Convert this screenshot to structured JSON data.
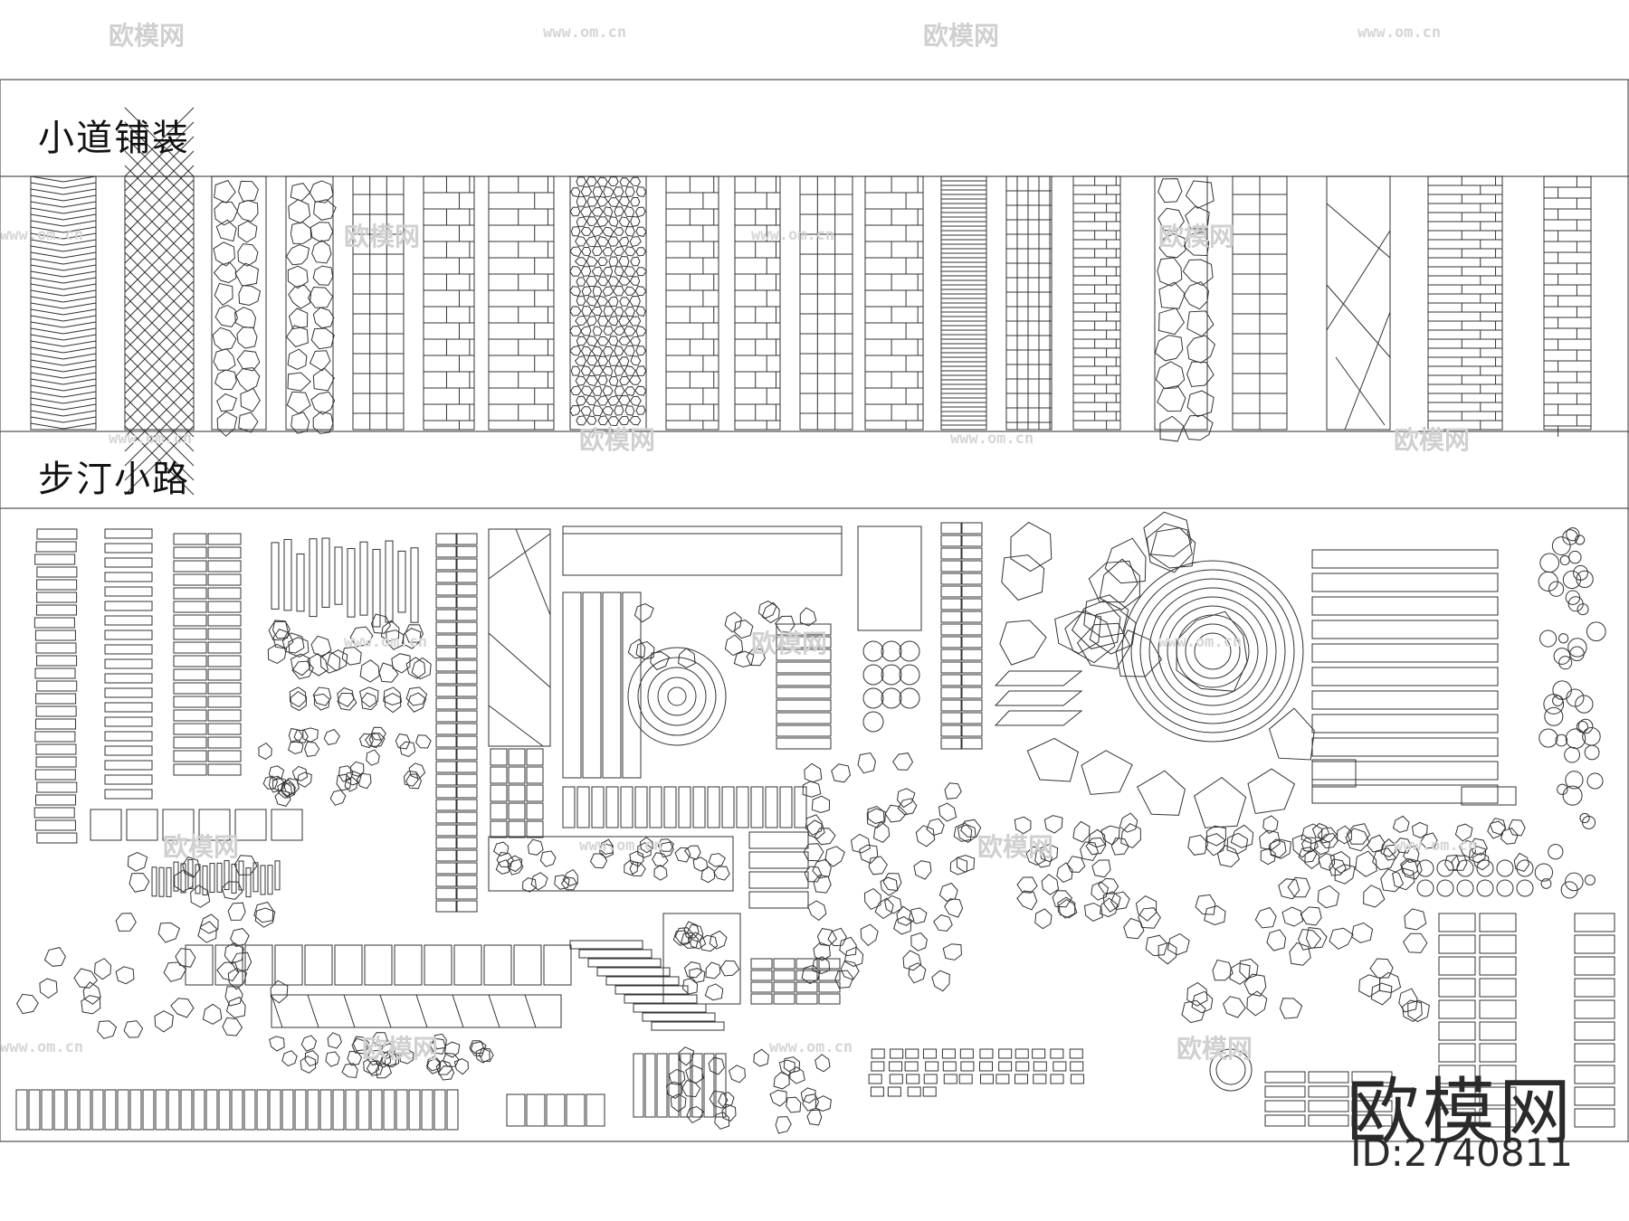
{
  "sections": [
    {
      "title": "小道铺装"
    },
    {
      "title": "步汀小路"
    }
  ],
  "watermark": {
    "brand": "欧模网",
    "url": "www.om.cn"
  },
  "footer": {
    "brand": "欧模网",
    "id_text": "ID:2740811"
  },
  "colors": {
    "line": "#333333",
    "frame": "#555555",
    "watermark": "#d0d0d0"
  },
  "paving_strips": [
    {
      "pattern": "herringbone"
    },
    {
      "pattern": "diagonal-grid"
    },
    {
      "pattern": "flagstone"
    },
    {
      "pattern": "crazy-paving"
    },
    {
      "pattern": "running-bond-vertical"
    },
    {
      "pattern": "staggered-brick"
    },
    {
      "pattern": "offset-brick"
    },
    {
      "pattern": "hexagon"
    },
    {
      "pattern": "stack-brick"
    },
    {
      "pattern": "random-ashlar"
    },
    {
      "pattern": "long-plank"
    },
    {
      "pattern": "basketweave"
    },
    {
      "pattern": "deck-boards"
    },
    {
      "pattern": "square-grid"
    },
    {
      "pattern": "stack-small"
    },
    {
      "pattern": "pebble-flagstone"
    },
    {
      "pattern": "wide-boards"
    },
    {
      "pattern": "broken-lines"
    },
    {
      "pattern": "mixed-ashlar"
    },
    {
      "pattern": "cross-bond"
    }
  ]
}
